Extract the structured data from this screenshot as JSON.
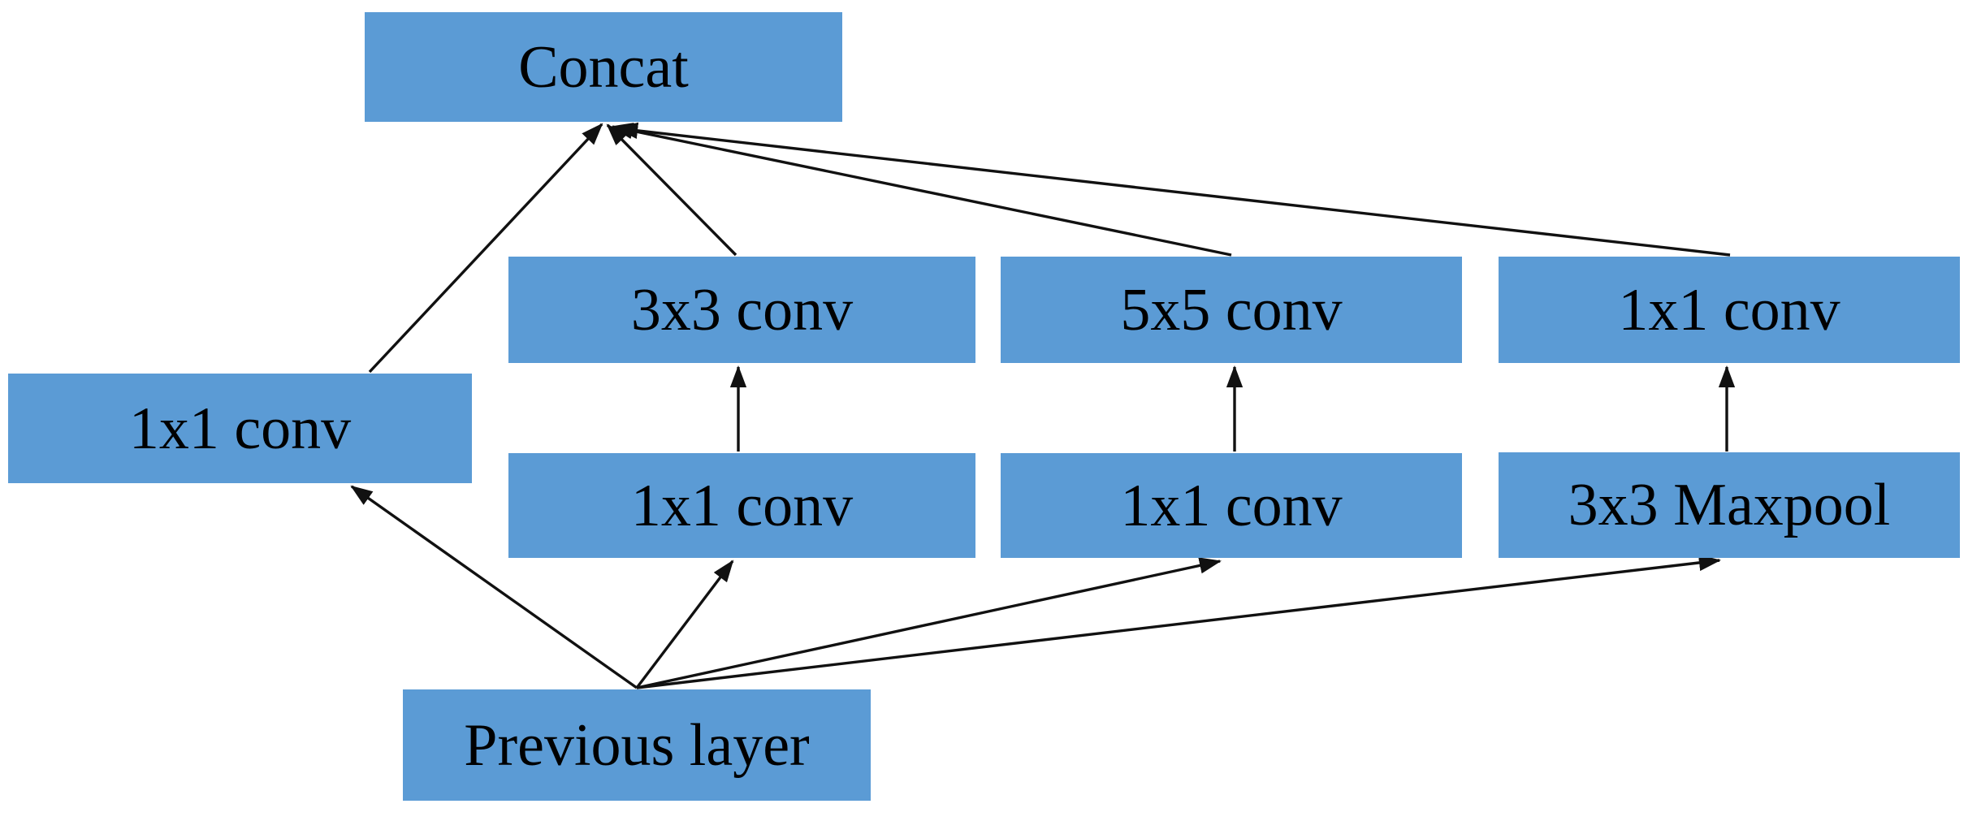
{
  "diagram": {
    "type": "inception-module-block-diagram",
    "background_color": "#ffffff",
    "node_fill_color": "#5b9bd5",
    "node_text_color": "#000000",
    "arrow_color": "#111111",
    "nodes": [
      {
        "id": "concat",
        "label": "Concat"
      },
      {
        "id": "conv-3x3",
        "label": "3x3 conv"
      },
      {
        "id": "conv-5x5",
        "label": "5x5 conv"
      },
      {
        "id": "conv-1x1-right",
        "label": "1x1 conv"
      },
      {
        "id": "conv-1x1-left",
        "label": "1x1 conv"
      },
      {
        "id": "conv-1x1-mid-left",
        "label": "1x1 conv"
      },
      {
        "id": "conv-1x1-mid-right",
        "label": "1x1 conv"
      },
      {
        "id": "maxpool-3x3",
        "label": "3x3 Maxpool"
      },
      {
        "id": "previous-layer",
        "label": "Previous layer"
      }
    ],
    "edges": [
      {
        "from": "conv-1x1-left",
        "to": "concat"
      },
      {
        "from": "conv-3x3",
        "to": "concat"
      },
      {
        "from": "conv-5x5",
        "to": "concat"
      },
      {
        "from": "conv-1x1-right",
        "to": "concat"
      },
      {
        "from": "conv-1x1-mid-left",
        "to": "conv-3x3"
      },
      {
        "from": "conv-1x1-mid-right",
        "to": "conv-5x5"
      },
      {
        "from": "maxpool-3x3",
        "to": "conv-1x1-right"
      },
      {
        "from": "previous-layer",
        "to": "conv-1x1-left"
      },
      {
        "from": "previous-layer",
        "to": "conv-1x1-mid-left"
      },
      {
        "from": "previous-layer",
        "to": "conv-1x1-mid-right"
      },
      {
        "from": "previous-layer",
        "to": "maxpool-3x3"
      }
    ]
  }
}
